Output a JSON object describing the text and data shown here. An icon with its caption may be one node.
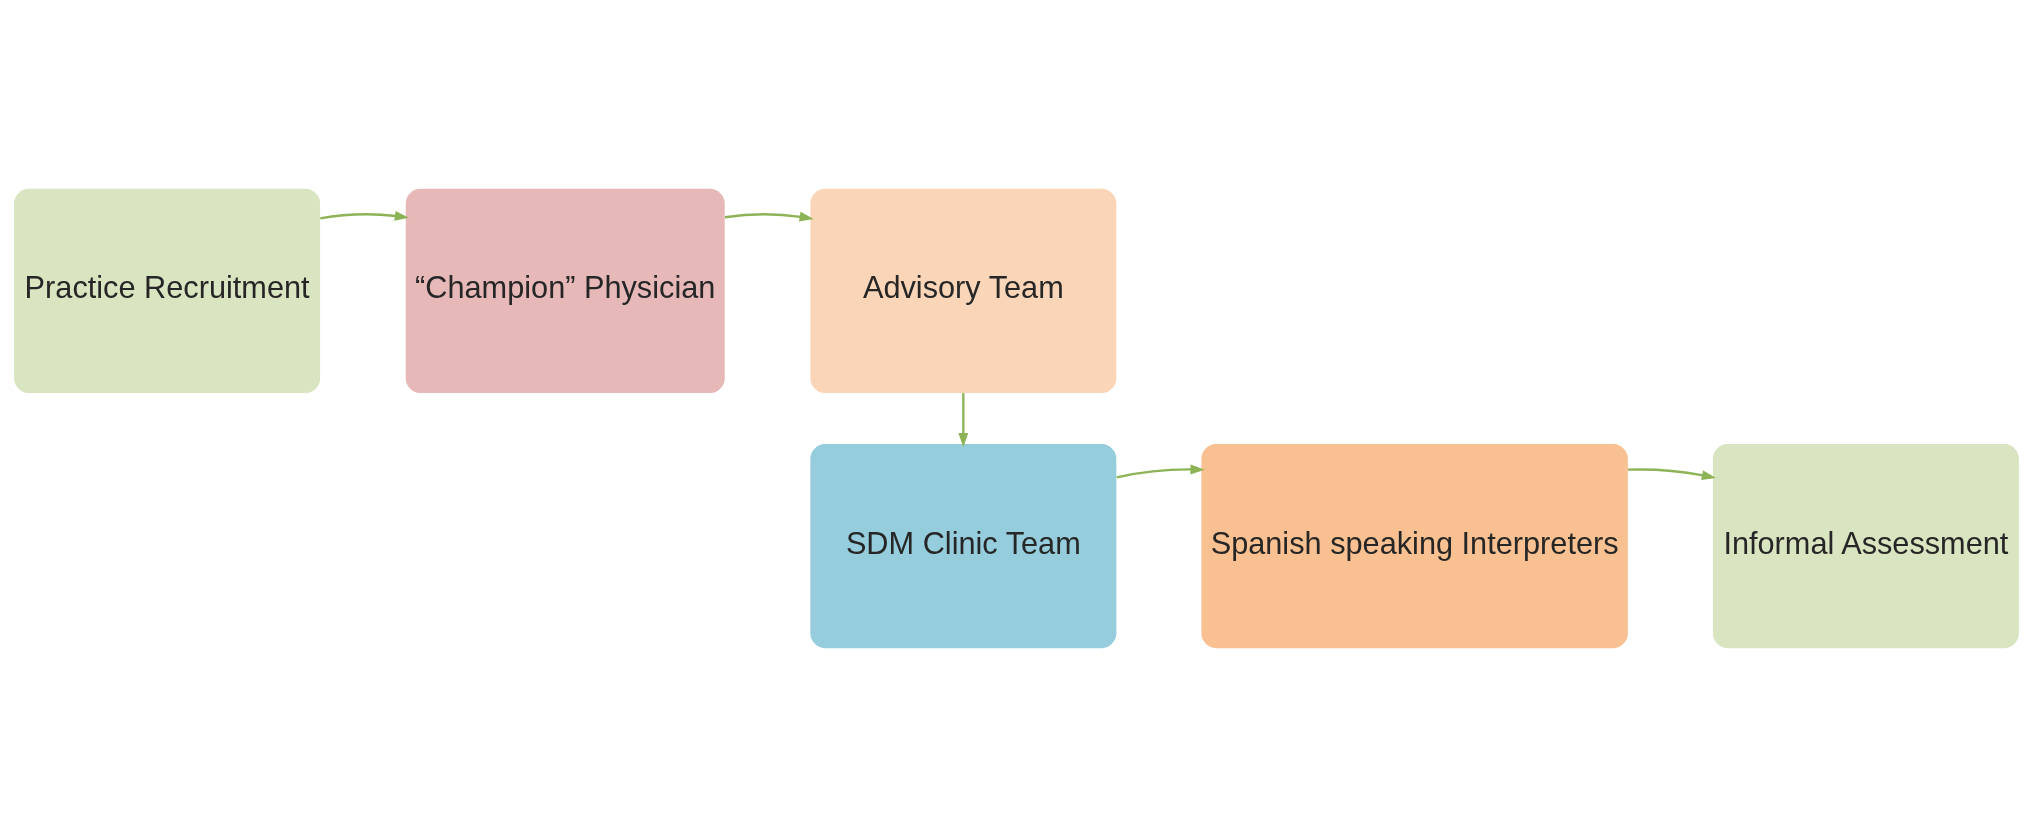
{
  "diagram": {
    "nodes": [
      {
        "text": [
          "Practice Recruitment"
        ]
      },
      {
        "text": [
          "“Champion” Physician"
        ]
      },
      {
        "text": [
          "Advisory Team"
        ]
      },
      {
        "text": [
          "SDM Clinic Team"
        ]
      },
      {
        "text": [
          "Spanish speaking Interpreters"
        ]
      },
      {
        "text": [
          "Informal Assessment"
        ]
      }
    ],
    "edges": [
      {
        "from": 0,
        "to": 1,
        "arrow": "to"
      },
      {
        "from": 1,
        "to": 2,
        "arrow": "to"
      },
      {
        "from": 2,
        "to": 3,
        "arrow": "to"
      },
      {
        "from": 3,
        "to": 4,
        "arrow": "to"
      },
      {
        "from": 4,
        "to": 5,
        "arrow": "to"
      }
    ]
  }
}
